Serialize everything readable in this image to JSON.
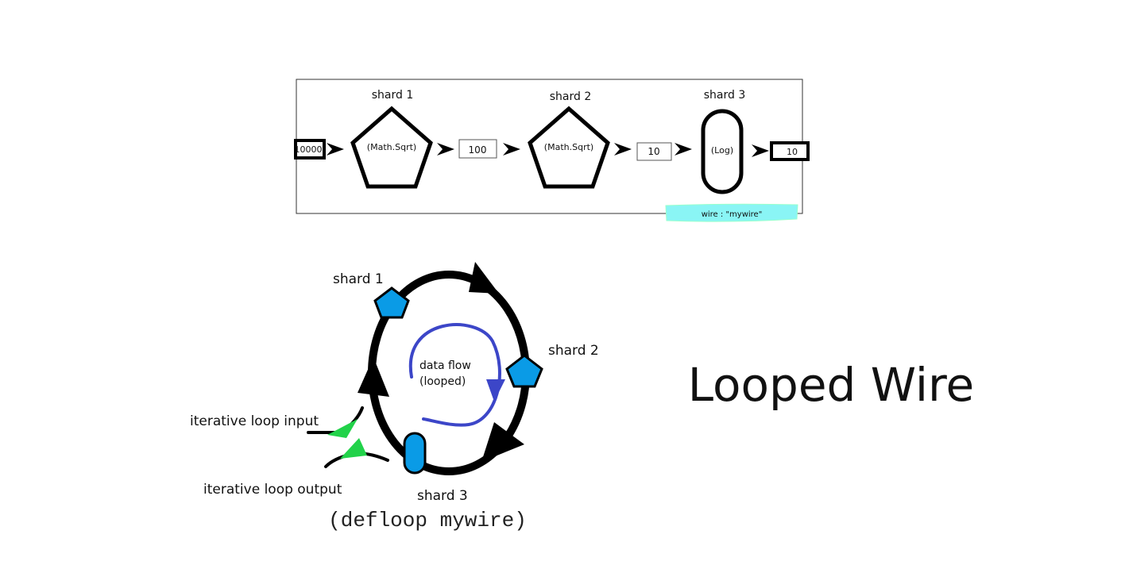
{
  "pipeline": {
    "input_value": "10000",
    "shards": [
      {
        "title": "shard 1",
        "op": "(Math.Sqrt)"
      },
      {
        "title": "shard 2",
        "op": "(Math.Sqrt)"
      },
      {
        "title": "shard 3",
        "op": "(Log)"
      }
    ],
    "intermediate_values": [
      "100",
      "10"
    ],
    "output_value": "10",
    "wire_tag": "wire : \"mywire\""
  },
  "loop": {
    "shard1_label": "shard 1",
    "shard2_label": "shard 2",
    "shard3_label": "shard 3",
    "flow_line1": "data flow",
    "flow_line2": "(looped)",
    "input_label": "iterative loop input",
    "output_label": "iterative loop output",
    "code": "(defloop mywire)"
  },
  "title": "Looped Wire",
  "colors": {
    "shard_fill": "#0a9be6",
    "flow_arrow": "#3c46c8",
    "io_arrow": "#22d24a",
    "wire_tag_fill": "#8af5f5"
  }
}
